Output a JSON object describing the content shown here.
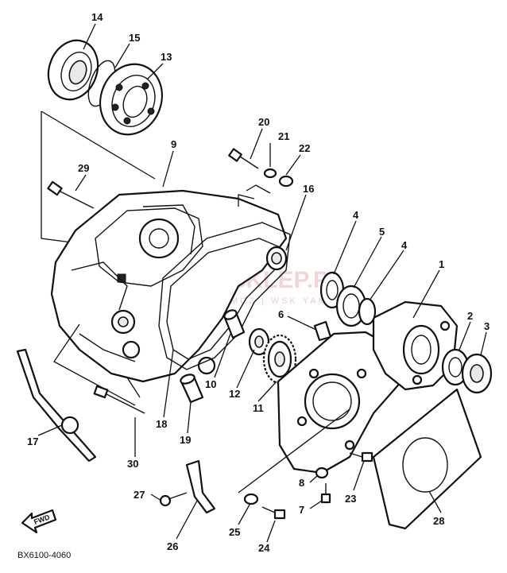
{
  "diagram": {
    "code": "BX6100-4060",
    "forward_label": "FWD",
    "watermark": {
      "text": "MOTOSKLEP.PL",
      "subtext": "MCZ | WSK YAMAHA"
    },
    "callouts": [
      {
        "id": "c1",
        "label": "1"
      },
      {
        "id": "c2",
        "label": "2"
      },
      {
        "id": "c3",
        "label": "3"
      },
      {
        "id": "c4a",
        "label": "4"
      },
      {
        "id": "c4b",
        "label": "4"
      },
      {
        "id": "c5",
        "label": "5"
      },
      {
        "id": "c6",
        "label": "6"
      },
      {
        "id": "c7",
        "label": "7"
      },
      {
        "id": "c8",
        "label": "8"
      },
      {
        "id": "c9",
        "label": "9"
      },
      {
        "id": "c10",
        "label": "10"
      },
      {
        "id": "c11",
        "label": "11"
      },
      {
        "id": "c12",
        "label": "12"
      },
      {
        "id": "c13",
        "label": "13"
      },
      {
        "id": "c14",
        "label": "14"
      },
      {
        "id": "c15",
        "label": "15"
      },
      {
        "id": "c16",
        "label": "16"
      },
      {
        "id": "c17",
        "label": "17"
      },
      {
        "id": "c18",
        "label": "18"
      },
      {
        "id": "c19",
        "label": "19"
      },
      {
        "id": "c20",
        "label": "20"
      },
      {
        "id": "c21",
        "label": "21"
      },
      {
        "id": "c22",
        "label": "22"
      },
      {
        "id": "c23",
        "label": "23"
      },
      {
        "id": "c24",
        "label": "24"
      },
      {
        "id": "c25",
        "label": "25"
      },
      {
        "id": "c26",
        "label": "26"
      },
      {
        "id": "c27",
        "label": "27"
      },
      {
        "id": "c28",
        "label": "28"
      },
      {
        "id": "c29",
        "label": "29"
      },
      {
        "id": "c30",
        "label": "30"
      }
    ]
  }
}
